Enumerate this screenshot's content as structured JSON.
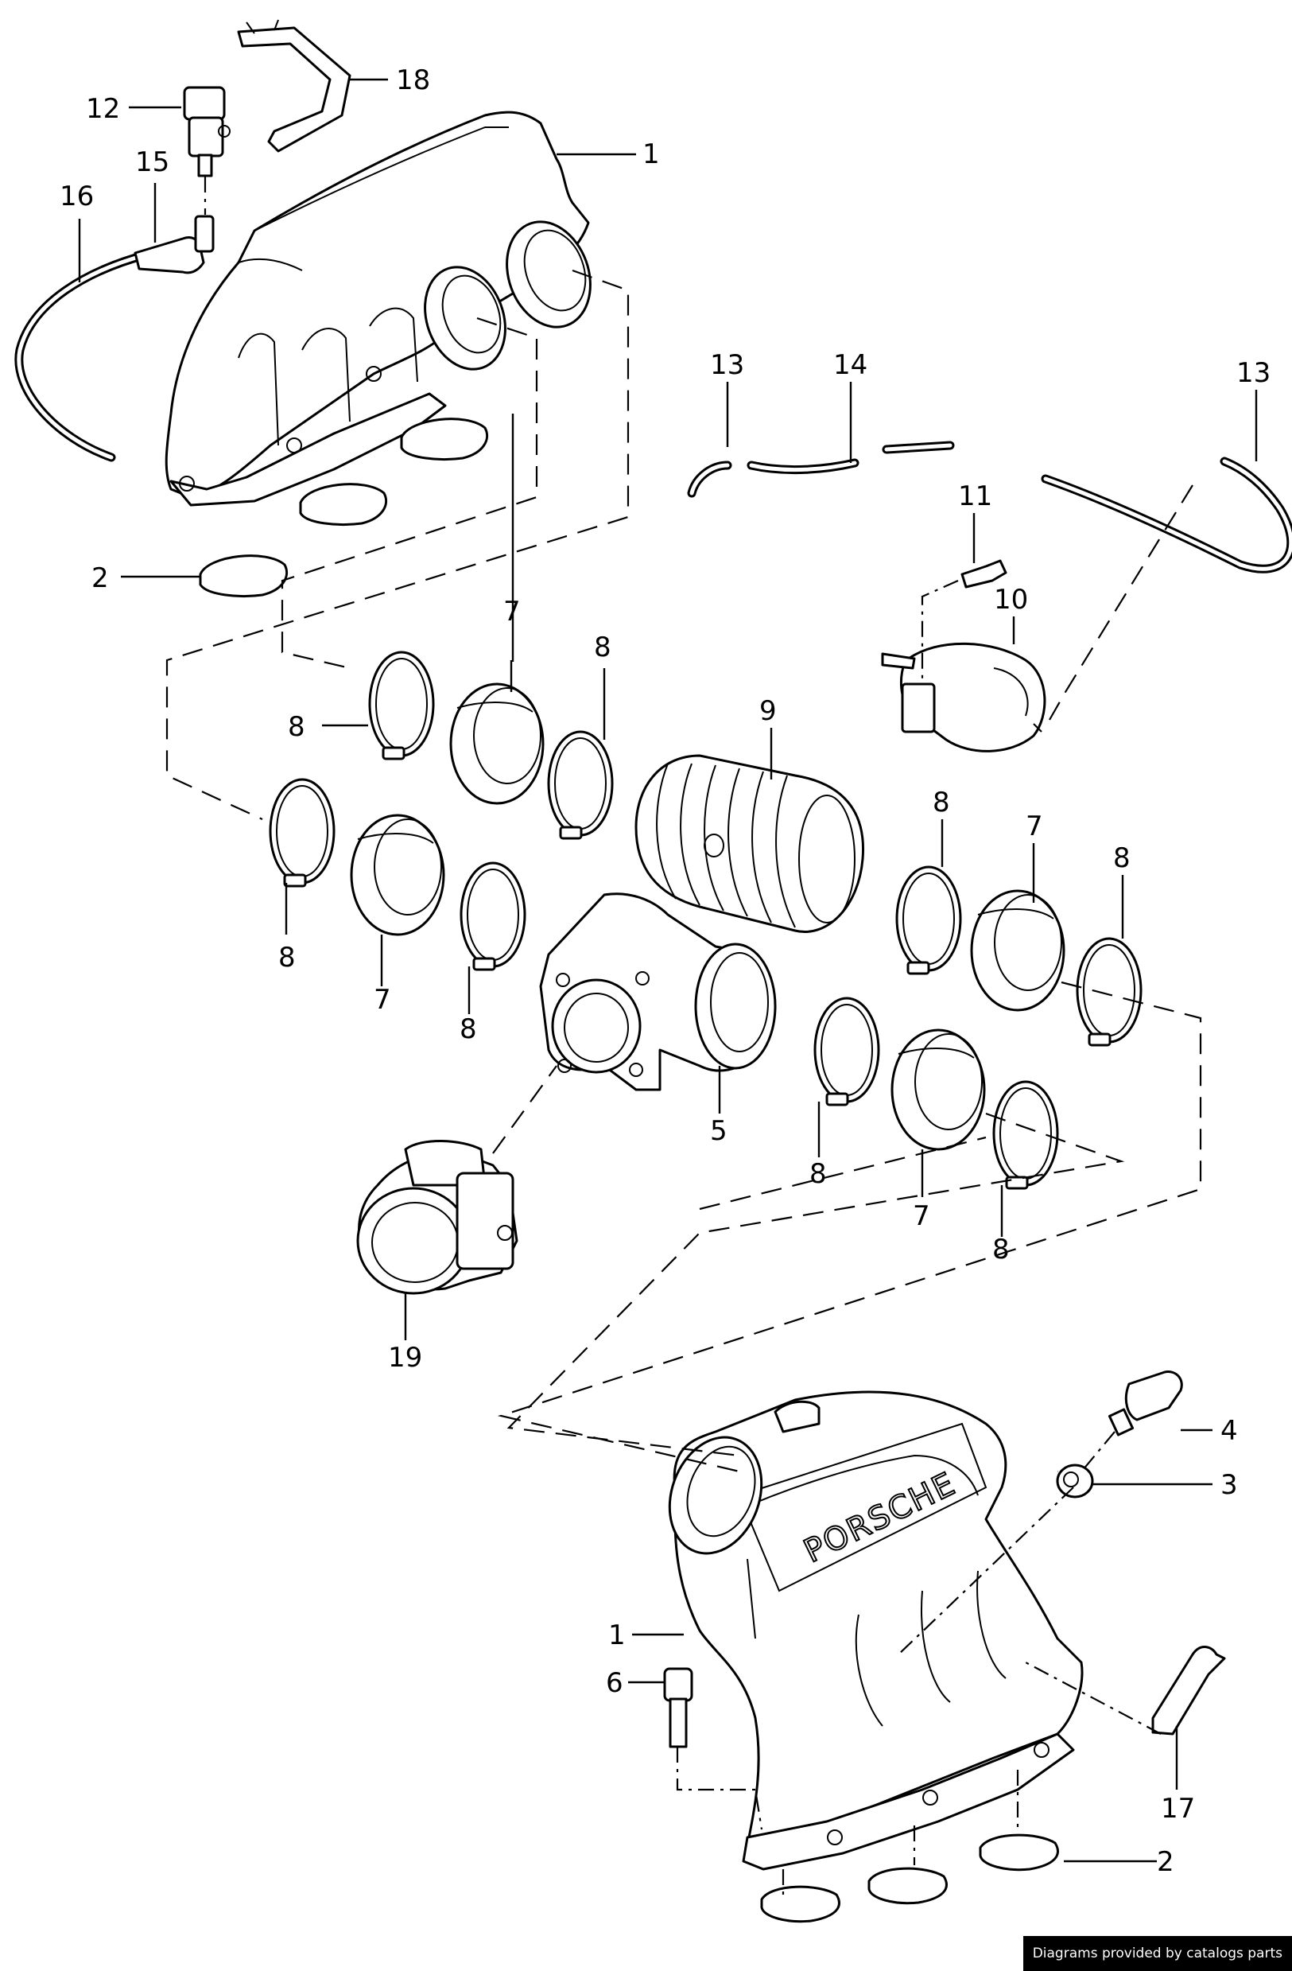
{
  "callouts": {
    "c1a": "1",
    "c1b": "1",
    "c2a": "2",
    "c2b": "2",
    "c3": "3",
    "c4": "4",
    "c5": "5",
    "c6": "6",
    "c7a": "7",
    "c7b": "7",
    "c7c": "7",
    "c7d": "7",
    "c8a": "8",
    "c8b": "8",
    "c8c": "8",
    "c8d": "8",
    "c8e": "8",
    "c8f": "8",
    "c8g": "8",
    "c8h": "8",
    "c9": "9",
    "c10": "10",
    "c11": "11",
    "c12": "12",
    "c13a": "13",
    "c13b": "13",
    "c14": "14",
    "c15": "15",
    "c16": "16",
    "c17": "17",
    "c18": "18",
    "c19": "19"
  },
  "logo_text": "PORSCHE",
  "credit": "Diagrams provided by catalogs parts"
}
